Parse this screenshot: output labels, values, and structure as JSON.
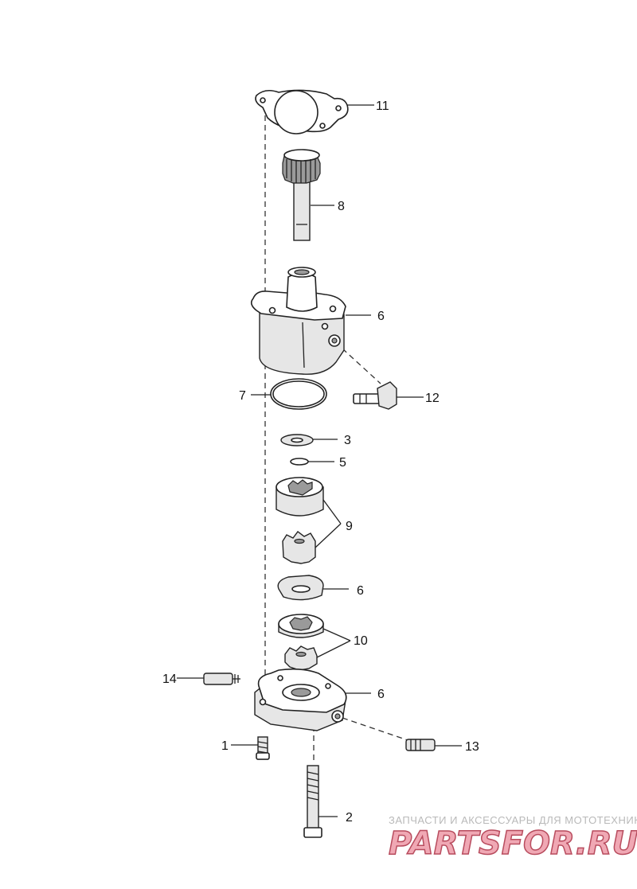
{
  "callouts": [
    "11",
    "8",
    "6",
    "7",
    "12",
    "3",
    "5",
    "9",
    "6",
    "10",
    "14",
    "6",
    "1",
    "13",
    "2"
  ],
  "watermark": {
    "tagline": "ЗАПЧАСТИ И АКСЕССУАРЫ ДЛЯ МОТОТЕХНИКИ",
    "logo": "PARTSFOR.RU"
  }
}
